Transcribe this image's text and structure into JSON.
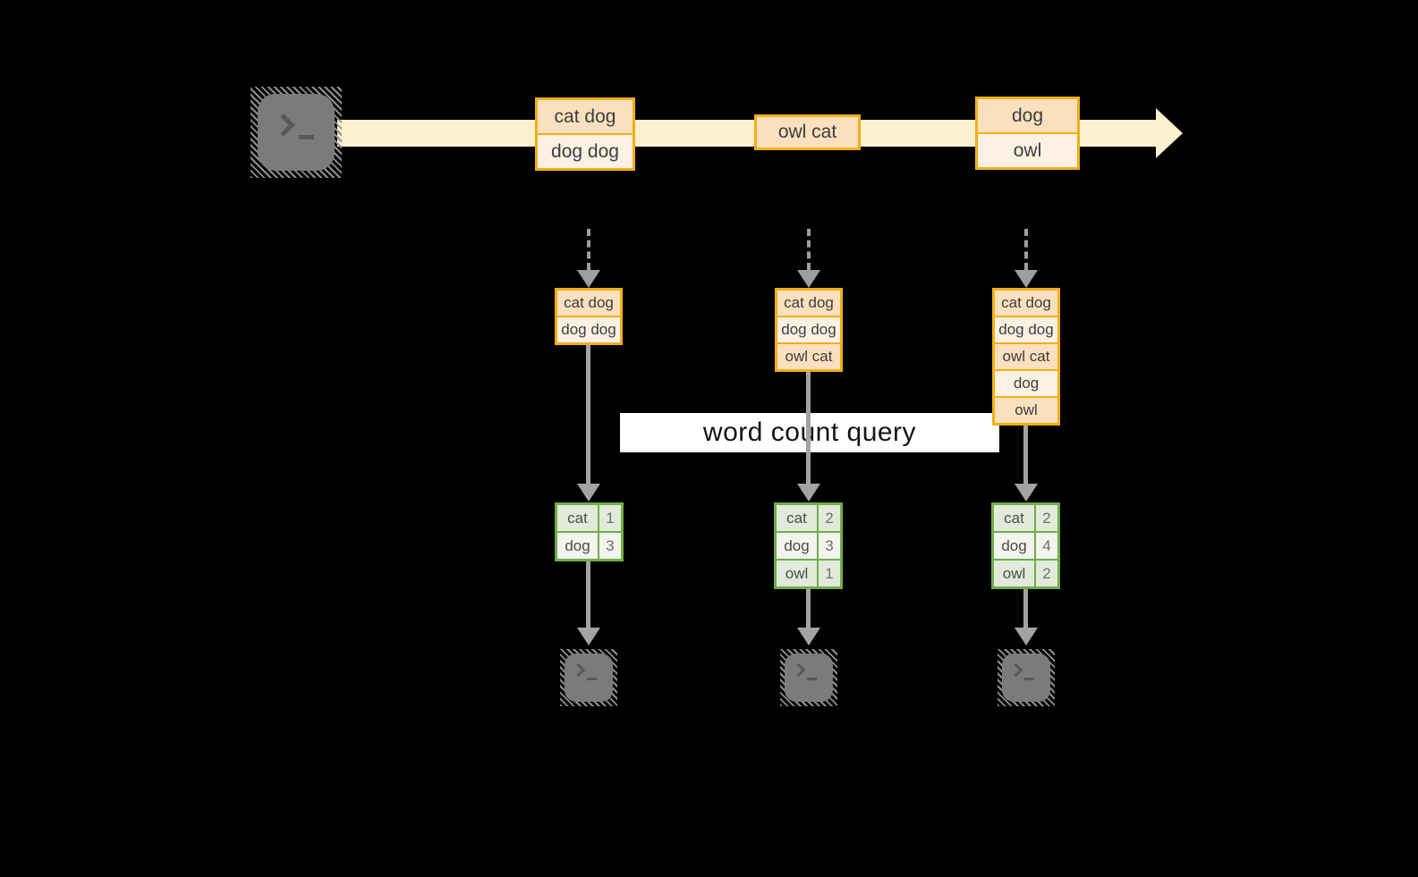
{
  "banner": {
    "label": "word count query"
  },
  "stream": {
    "events": [
      {
        "lines": [
          "cat dog",
          "dog dog"
        ]
      },
      {
        "lines": [
          "owl cat"
        ]
      },
      {
        "lines": [
          "dog",
          "owl"
        ]
      }
    ]
  },
  "states": [
    {
      "lines": [
        "cat dog",
        "dog dog"
      ]
    },
    {
      "lines": [
        "cat dog",
        "dog dog",
        "owl cat"
      ]
    },
    {
      "lines": [
        "cat dog",
        "dog dog",
        "owl cat",
        "dog",
        "owl"
      ]
    }
  ],
  "counts": [
    {
      "rows": [
        {
          "word": "cat",
          "count": "1"
        },
        {
          "word": "dog",
          "count": "3"
        }
      ]
    },
    {
      "rows": [
        {
          "word": "cat",
          "count": "2"
        },
        {
          "word": "dog",
          "count": "3"
        },
        {
          "word": "owl",
          "count": "1"
        }
      ]
    },
    {
      "rows": [
        {
          "word": "cat",
          "count": "2"
        },
        {
          "word": "dog",
          "count": "4"
        },
        {
          "word": "owl",
          "count": "2"
        }
      ]
    }
  ],
  "colors": {
    "background": "#000000",
    "stream_band": "#FBF1CF",
    "event_border": "#F2AF16",
    "event_fill_dark": "#FAE0BE",
    "event_fill_light": "#FCF1E2",
    "table_border": "#6FAD4B",
    "table_fill_dark": "#E2EBD9",
    "table_fill_light": "#F1F5ED",
    "arrow_gray": "#A3A3A3",
    "banner_bg": "#FFFFFF",
    "text_dark": "#3D3D3D"
  }
}
